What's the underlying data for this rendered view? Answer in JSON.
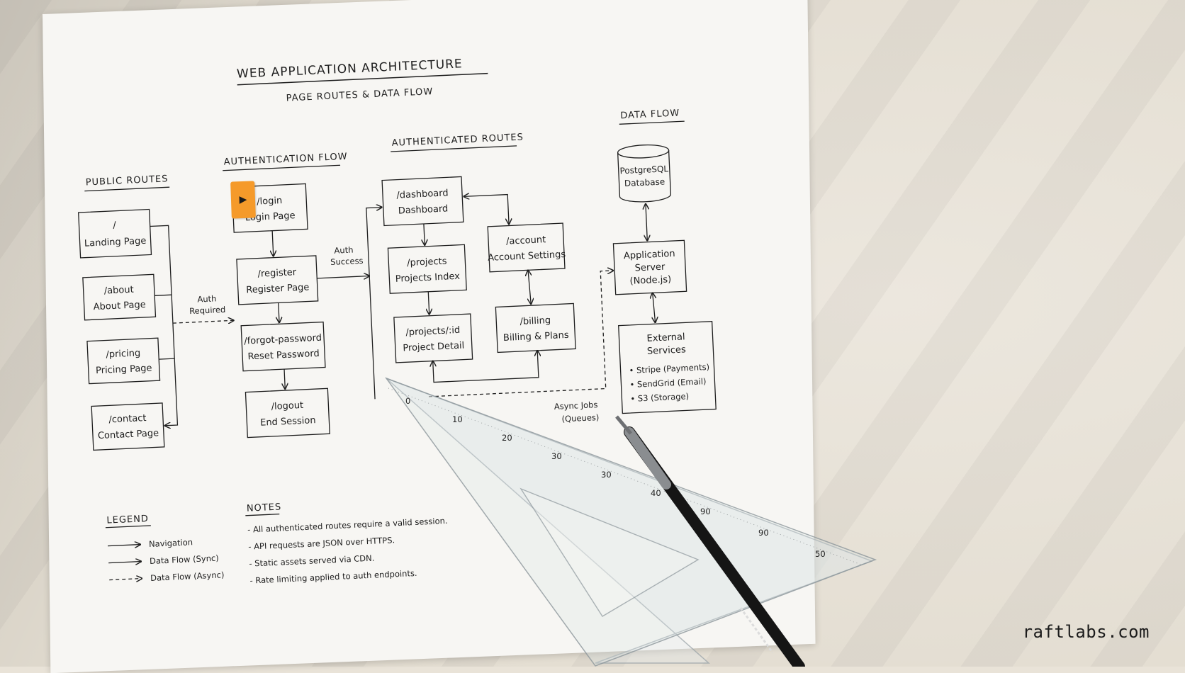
{
  "title": "WEB APPLICATION ARCHITECTURE",
  "subtitle": "PAGE ROUTES & DATA FLOW",
  "sections": {
    "public": "PUBLIC ROUTES",
    "auth": "AUTHENTICATION FLOW",
    "authed": "AUTHENTICATED ROUTES",
    "data": "DATA FLOW"
  },
  "public_routes": [
    {
      "path": "/",
      "name": "Landing Page"
    },
    {
      "path": "/about",
      "name": "About Page"
    },
    {
      "path": "/pricing",
      "name": "Pricing Page"
    },
    {
      "path": "/contact",
      "name": "Contact Page"
    }
  ],
  "auth_routes": [
    {
      "path": "/login",
      "name": "Login Page"
    },
    {
      "path": "/register",
      "name": "Register Page"
    },
    {
      "path": "/forgot-password",
      "name": "Reset Password"
    },
    {
      "path": "/logout",
      "name": "End Session"
    }
  ],
  "authed_routes": {
    "dashboard": {
      "path": "/dashboard",
      "name": "Dashboard"
    },
    "projects": {
      "path": "/projects",
      "name": "Projects Index"
    },
    "project_detail": {
      "path": "/projects/:id",
      "name": "Project Detail"
    },
    "account": {
      "path": "/account",
      "name": "Account Settings"
    },
    "billing": {
      "path": "/billing",
      "name": "Billing & Plans"
    }
  },
  "data_nodes": {
    "db_line1": "PostgreSQL",
    "db_line2": "Database",
    "server_line1": "Application",
    "server_line2": "Server",
    "server_line3": "(Node.js)",
    "ext_title1": "External",
    "ext_title2": "Services",
    "ext_items": [
      "• Stripe (Payments)",
      "• SendGrid (Email)",
      "• S3 (Storage)"
    ]
  },
  "edge_labels": {
    "auth_required_1": "Auth",
    "auth_required_2": "Required",
    "auth_success_1": "Auth",
    "auth_success_2": "Success",
    "async_1": "Async Jobs",
    "async_2": "(Queues)"
  },
  "legend": {
    "title": "LEGEND",
    "items": [
      "Navigation",
      "Data Flow (Sync)",
      "Data Flow (Async)"
    ]
  },
  "notes": {
    "title": "NOTES",
    "items": [
      "- All authenticated routes require a valid session.",
      "- API requests are JSON over HTTPS.",
      "- Static assets served via CDN.",
      "- Rate limiting applied to auth endpoints."
    ]
  },
  "ruler_ticks": [
    "0",
    "10",
    "20",
    "30",
    "30",
    "40",
    "90",
    "90",
    "50"
  ],
  "brand": "raftlabs.com",
  "colors": {
    "paper": "#f7f6f3",
    "ink": "#1e1e1e",
    "tag": "#f59a2a",
    "background": "#e9e3d8"
  }
}
